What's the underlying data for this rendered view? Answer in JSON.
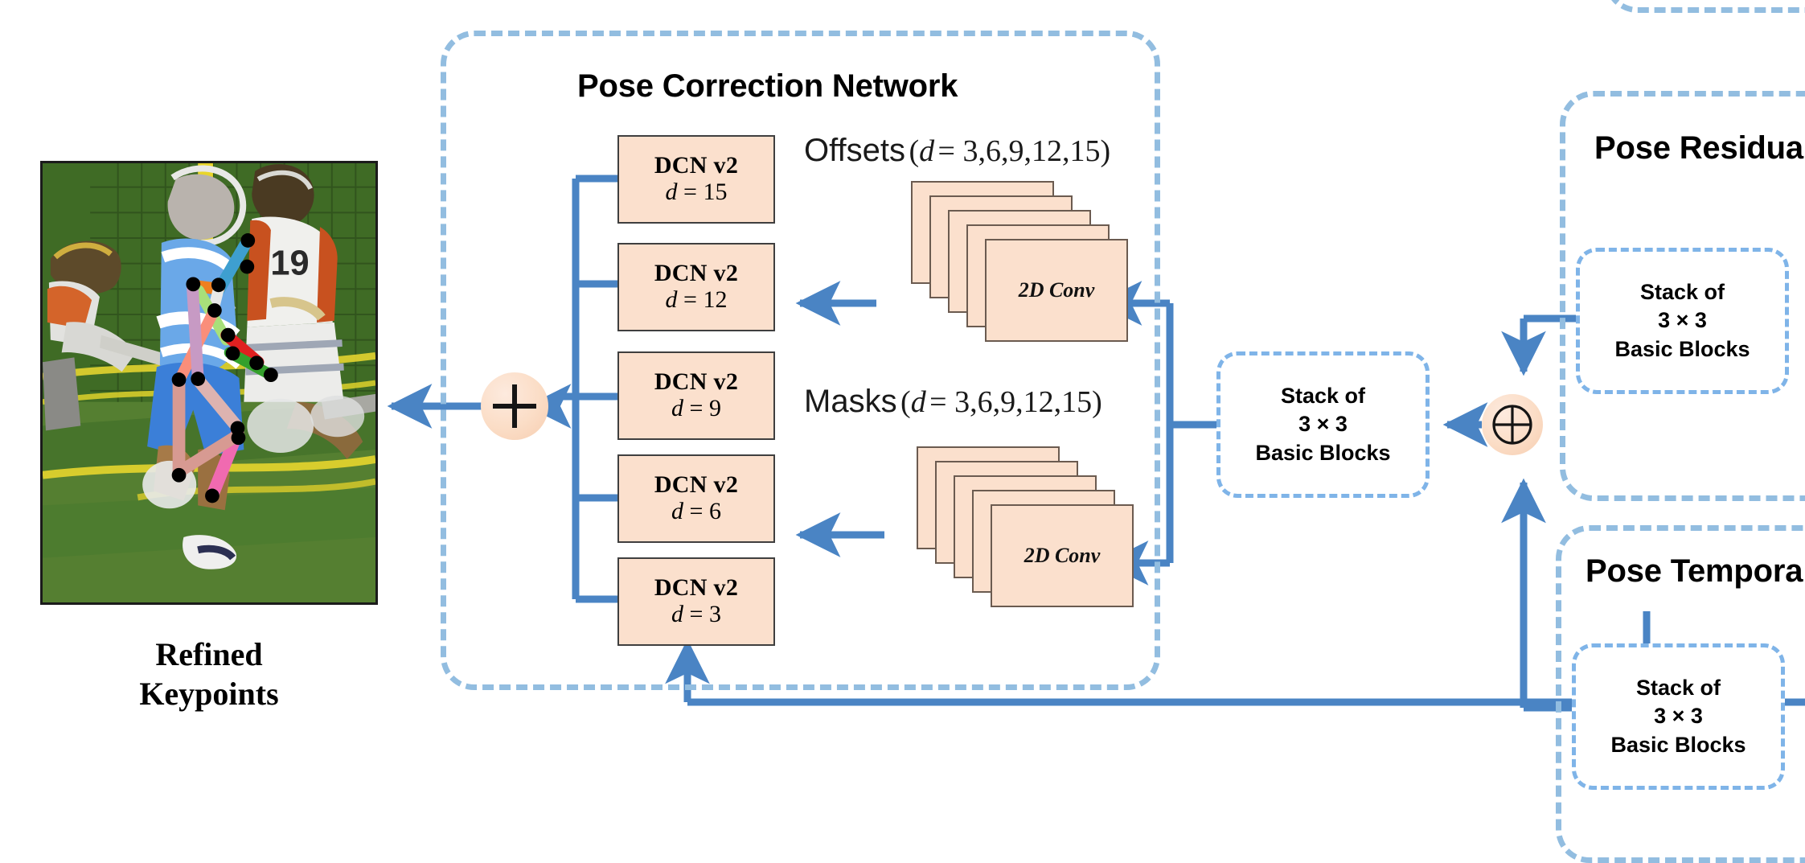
{
  "panels": {
    "pose_correction": {
      "title": "Pose Correction Network"
    },
    "pose_residual": {
      "title": "Pose Residual"
    },
    "pose_temporal": {
      "title": "Pose Temporal"
    }
  },
  "dcn_blocks": [
    {
      "name": "DCN v2",
      "d_label": "d = 15",
      "d_var": "d",
      "d_eq": "= 15"
    },
    {
      "name": "DCN v2",
      "d_label": "d = 12",
      "d_var": "d",
      "d_eq": "= 12"
    },
    {
      "name": "DCN v2",
      "d_label": "d = 9",
      "d_var": "d",
      "d_eq": "= 9"
    },
    {
      "name": "DCN v2",
      "d_label": "d = 6",
      "d_var": "d",
      "d_eq": "= 6"
    },
    {
      "name": "DCN v2",
      "d_label": "d = 3",
      "d_var": "d",
      "d_eq": "= 3"
    }
  ],
  "branches": {
    "offsets": {
      "word": "Offsets",
      "paren_open": "(",
      "var": "d",
      "values": "= 3,6,9,12,15",
      "paren_close": ")",
      "conv_label": "2D Conv",
      "sheet_count": 5
    },
    "masks": {
      "word": "Masks",
      "paren_open": "(",
      "var": "d",
      "values": "= 3,6,9,12,15",
      "paren_close": ")",
      "conv_label": "2D Conv",
      "sheet_count": 5
    }
  },
  "basic_block_stacks": [
    {
      "line1": "Stack of",
      "line2": "3 × 3",
      "line3": "Basic Blocks"
    },
    {
      "line1": "Stack of",
      "line2": "3 × 3",
      "line3": "Basic Blocks"
    },
    {
      "line1": "Stack of",
      "line2": "3 × 3",
      "line3": "Basic Blocks"
    }
  ],
  "operators": {
    "sum_plus": "＋",
    "sum_oplus": "⊕"
  },
  "output": {
    "caption_line1": "Refined",
    "caption_line2": "Keypoints"
  },
  "colors": {
    "arrow_blue": "#4a84c4",
    "panel_dash_blue": "#92bde0",
    "inner_dash_blue": "#7fb4e8",
    "peach_fill": "#fbe0cd",
    "peach_stroke": "#3f3f3f",
    "text_black": "#000000"
  },
  "pose_overlay": {
    "keypoint_color": "#000000",
    "limb_colors": [
      "#3e9fd0",
      "#ef8020",
      "#e8e8e8",
      "#a8e07a",
      "#fa8e7a",
      "#e02020",
      "#34a02c",
      "#c79ac4",
      "#ddb3b0",
      "#f06ab0",
      "#d79a92"
    ]
  }
}
